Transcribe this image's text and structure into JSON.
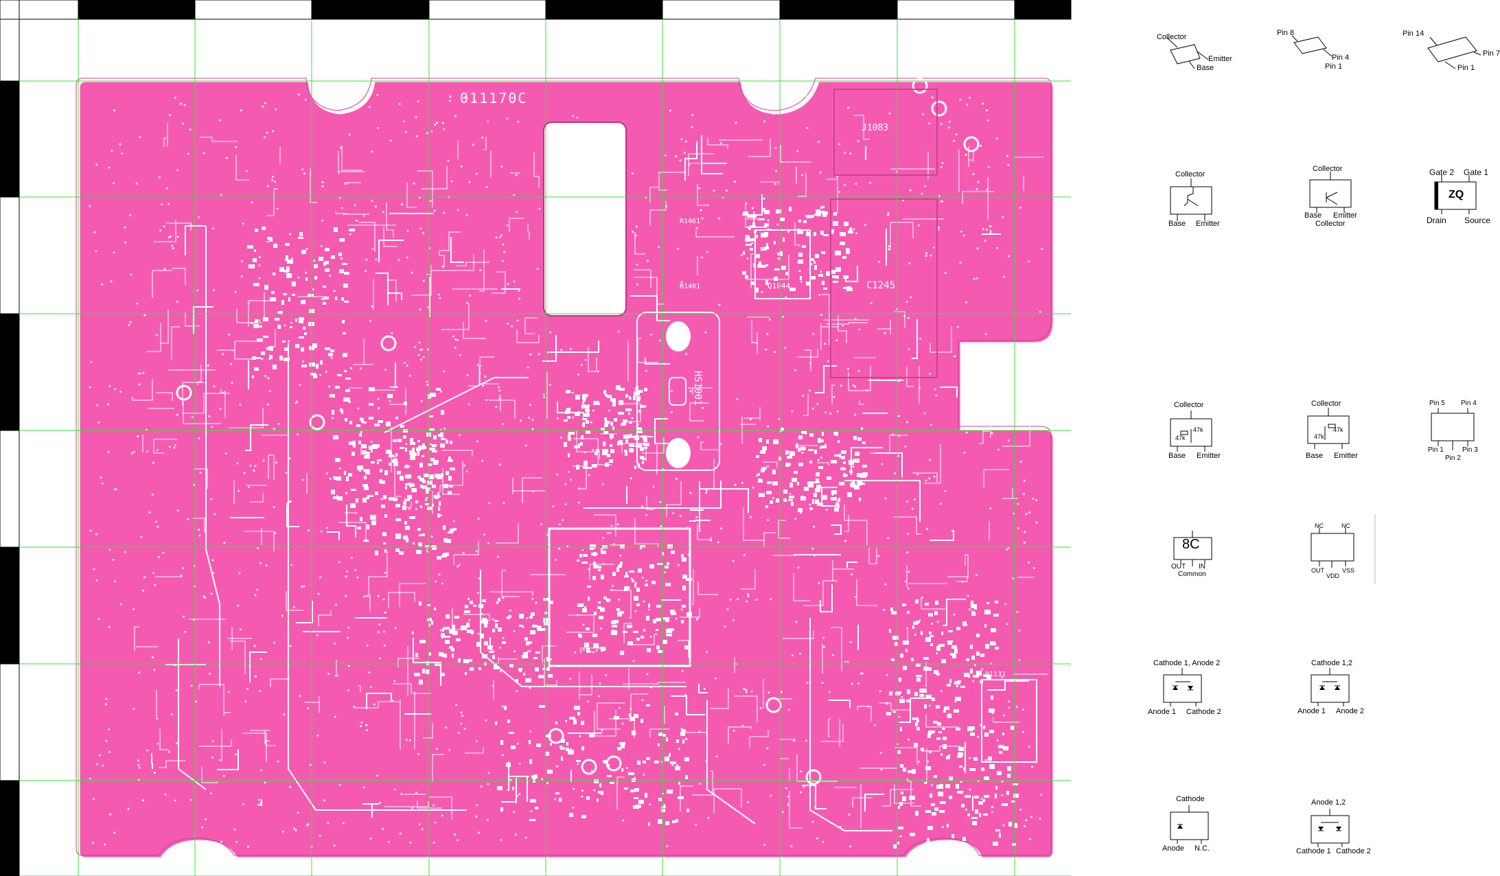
{
  "board": {
    "id_text": "011170C",
    "refs": {
      "j1083": "J1083",
      "c1245": "C1245",
      "q1044": "Q1044",
      "hs1001": "HS1001",
      "q1131": "Q1131",
      "r1461": "R1461",
      "r1401": "R1401"
    }
  },
  "colors": {
    "board": "#f45bb0",
    "trace": "#ffffff",
    "grid": "#32e632",
    "ruler_dark": "#000000",
    "ruler_light": "#ffffff"
  },
  "legend": {
    "sot23": {
      "collector": "Collector",
      "emitter": "Emitter",
      "base": "Base"
    },
    "so8": {
      "pin8": "Pin 8",
      "pin4": "Pin 4",
      "pin1": "Pin 1"
    },
    "so14": {
      "pin14": "Pin 14",
      "pin7": "Pin 7",
      "pin1": "Pin 1"
    },
    "npn": {
      "collector": "Collector",
      "base": "Base",
      "emitter": "Emitter"
    },
    "pnp": {
      "collector_top": "Collector",
      "base": "Base",
      "emitter": "Emitter",
      "collector_bottom": "Collector"
    },
    "fet": {
      "gate2": "Gate 2",
      "gate1": "Gate 1",
      "marking": "ZQ",
      "drain": "Drain",
      "source": "Source"
    },
    "digital1": {
      "collector": "Collector",
      "r": "47k",
      "r2": "47k",
      "base": "Base",
      "emitter": "Emitter"
    },
    "digital2": {
      "collector": "Collector",
      "r": "47k",
      "r2": "47k",
      "base": "Base",
      "emitter": "Emitter"
    },
    "sot5": {
      "pin5": "Pin 5",
      "pin4": "Pin 4",
      "pin1": "Pin 1",
      "pin3": "Pin 3",
      "pin2": "Pin 2"
    },
    "reg": {
      "marking": "8C",
      "out": "OUT",
      "in": "IN",
      "common": "Common"
    },
    "vdet": {
      "nc1": "NC",
      "nc2": "NC",
      "out": "OUT",
      "vss": "VSS",
      "vdd": "VDD"
    },
    "diode_ca": {
      "top": "Cathode 1, Anode 2",
      "anode1": "Anode 1",
      "cathode2": "Cathode 2"
    },
    "diode_cc": {
      "top": "Cathode 1,2",
      "anode1": "Anode 1",
      "anode2": "Anode 2"
    },
    "diode_single": {
      "top": "Cathode",
      "anode": "Anode",
      "nc": "N.C."
    },
    "diode_aa": {
      "top": "Anode 1,2",
      "cathode1": "Cathode 1",
      "cathode2": "Cathode 2"
    }
  }
}
